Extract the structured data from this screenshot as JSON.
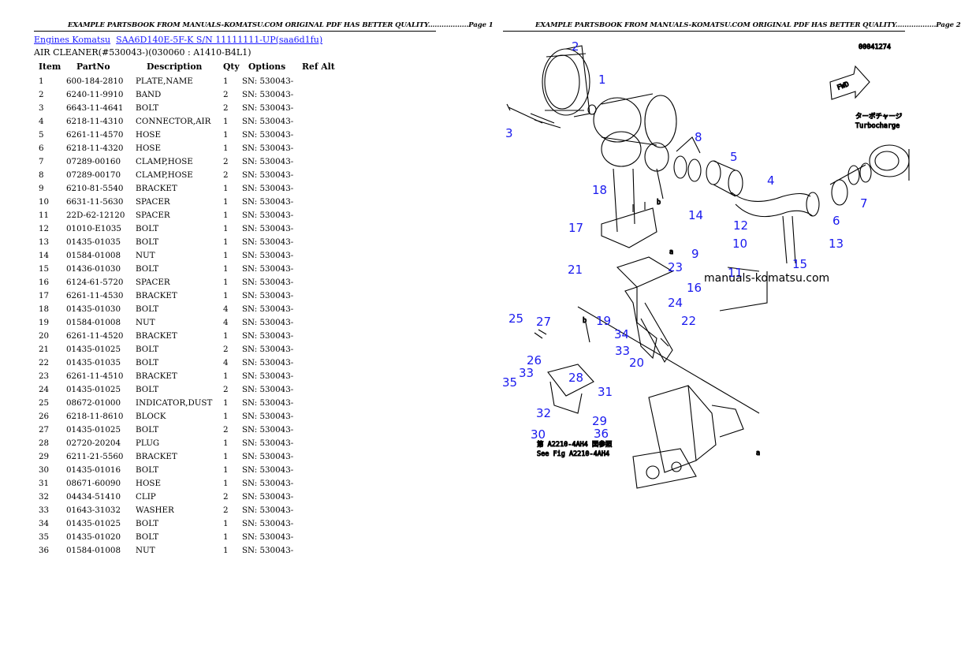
{
  "header": {
    "left": "EXAMPLE PARTSBOOK FROM MANUALS-KOMATSU.COM ORIGINAL PDF HAS BETTER QUALITY..................Page 1",
    "right": "EXAMPLE PARTSBOOK FROM MANUALS-KOMATSU.COM ORIGINAL PDF HAS BETTER QUALITY..................Page 2"
  },
  "breadcrumb": {
    "link1": "Engines Komatsu",
    "link2": "SAA6D140E-5F-K S/N 11111111-UP(saa6d1fu)"
  },
  "subtitle": "AIR CLEANER(#530043-)(030060 : A1410-B4L1)",
  "table": {
    "headers": [
      "Item",
      "PartNo",
      "Description",
      "Qty",
      "Options",
      "Ref Alt"
    ],
    "rows": [
      {
        "item": "1",
        "part": "600-184-2810",
        "desc": "PLATE,NAME",
        "qty": "1",
        "opt": "SN: 530043-"
      },
      {
        "item": "2",
        "part": "6240-11-9910",
        "desc": "BAND",
        "qty": "2",
        "opt": "SN: 530043-"
      },
      {
        "item": "3",
        "part": "6643-11-4641",
        "desc": "BOLT",
        "qty": "2",
        "opt": "SN: 530043-"
      },
      {
        "item": "4",
        "part": "6218-11-4310",
        "desc": "CONNECTOR,AIR",
        "qty": "1",
        "opt": "SN: 530043-"
      },
      {
        "item": "5",
        "part": "6261-11-4570",
        "desc": "HOSE",
        "qty": "1",
        "opt": "SN: 530043-"
      },
      {
        "item": "6",
        "part": "6218-11-4320",
        "desc": "HOSE",
        "qty": "1",
        "opt": "SN: 530043-"
      },
      {
        "item": "7",
        "part": "07289-00160",
        "desc": "CLAMP,HOSE",
        "qty": "2",
        "opt": "SN: 530043-"
      },
      {
        "item": "8",
        "part": "07289-00170",
        "desc": "CLAMP,HOSE",
        "qty": "2",
        "opt": "SN: 530043-"
      },
      {
        "item": "9",
        "part": "6210-81-5540",
        "desc": "BRACKET",
        "qty": "1",
        "opt": "SN: 530043-"
      },
      {
        "item": "10",
        "part": "6631-11-5630",
        "desc": "SPACER",
        "qty": "1",
        "opt": "SN: 530043-"
      },
      {
        "item": "11",
        "part": "22D-62-12120",
        "desc": "SPACER",
        "qty": "1",
        "opt": "SN: 530043-"
      },
      {
        "item": "12",
        "part": "01010-E1035",
        "desc": "BOLT",
        "qty": "1",
        "opt": "SN: 530043-"
      },
      {
        "item": "13",
        "part": "01435-01035",
        "desc": "BOLT",
        "qty": "1",
        "opt": "SN: 530043-"
      },
      {
        "item": "14",
        "part": "01584-01008",
        "desc": "NUT",
        "qty": "1",
        "opt": "SN: 530043-"
      },
      {
        "item": "15",
        "part": "01436-01030",
        "desc": "BOLT",
        "qty": "1",
        "opt": "SN: 530043-"
      },
      {
        "item": "16",
        "part": "6124-61-5720",
        "desc": "SPACER",
        "qty": "1",
        "opt": "SN: 530043-"
      },
      {
        "item": "17",
        "part": "6261-11-4530",
        "desc": "BRACKET",
        "qty": "1",
        "opt": "SN: 530043-"
      },
      {
        "item": "18",
        "part": "01435-01030",
        "desc": "BOLT",
        "qty": "4",
        "opt": "SN: 530043-"
      },
      {
        "item": "19",
        "part": "01584-01008",
        "desc": "NUT",
        "qty": "4",
        "opt": "SN: 530043-"
      },
      {
        "item": "20",
        "part": "6261-11-4520",
        "desc": "BRACKET",
        "qty": "1",
        "opt": "SN: 530043-"
      },
      {
        "item": "21",
        "part": "01435-01025",
        "desc": "BOLT",
        "qty": "2",
        "opt": "SN: 530043-"
      },
      {
        "item": "22",
        "part": "01435-01035",
        "desc": "BOLT",
        "qty": "4",
        "opt": "SN: 530043-"
      },
      {
        "item": "23",
        "part": "6261-11-4510",
        "desc": "BRACKET",
        "qty": "1",
        "opt": "SN: 530043-"
      },
      {
        "item": "24",
        "part": "01435-01025",
        "desc": "BOLT",
        "qty": "2",
        "opt": "SN: 530043-"
      },
      {
        "item": "25",
        "part": "08672-01000",
        "desc": "INDICATOR,DUST",
        "qty": "1",
        "opt": "SN: 530043-"
      },
      {
        "item": "26",
        "part": "6218-11-8610",
        "desc": "BLOCK",
        "qty": "1",
        "opt": "SN: 530043-"
      },
      {
        "item": "27",
        "part": "01435-01025",
        "desc": "BOLT",
        "qty": "2",
        "opt": "SN: 530043-"
      },
      {
        "item": "28",
        "part": "02720-20204",
        "desc": "PLUG",
        "qty": "1",
        "opt": "SN: 530043-"
      },
      {
        "item": "29",
        "part": "6211-21-5560",
        "desc": "BRACKET",
        "qty": "1",
        "opt": "SN: 530043-"
      },
      {
        "item": "30",
        "part": "01435-01016",
        "desc": "BOLT",
        "qty": "1",
        "opt": "SN: 530043-"
      },
      {
        "item": "31",
        "part": "08671-60090",
        "desc": "HOSE",
        "qty": "1",
        "opt": "SN: 530043-"
      },
      {
        "item": "32",
        "part": "04434-51410",
        "desc": "CLIP",
        "qty": "2",
        "opt": "SN: 530043-"
      },
      {
        "item": "33",
        "part": "01643-31032",
        "desc": "WASHER",
        "qty": "2",
        "opt": "SN: 530043-"
      },
      {
        "item": "34",
        "part": "01435-01025",
        "desc": "BOLT",
        "qty": "1",
        "opt": "SN: 530043-"
      },
      {
        "item": "35",
        "part": "01435-01020",
        "desc": "BOLT",
        "qty": "1",
        "opt": "SN: 530043-"
      },
      {
        "item": "36",
        "part": "01584-01008",
        "desc": "NUT",
        "qty": "1",
        "opt": "SN: 530043-"
      }
    ]
  },
  "diagram": {
    "figure_no": "00041274",
    "fwd": "FWD",
    "turbo_jp": "ターボチャージ",
    "turbo_en": "Turbocharge",
    "see_fig_jp": "第 A2210-4AH4 図参照",
    "see_fig_en": "See Fig A2210-4AH4",
    "letter_b": "b",
    "letter_a": "a",
    "watermark": "manuals-komatsu.com",
    "callouts": [
      "1",
      "2",
      "3",
      "4",
      "5",
      "6",
      "7",
      "8",
      "9",
      "10",
      "11",
      "12",
      "13",
      "14",
      "15",
      "16",
      "17",
      "18",
      "19",
      "20",
      "21",
      "22",
      "23",
      "24",
      "25",
      "26",
      "27",
      "28",
      "29",
      "30",
      "31",
      "32",
      "33",
      "33",
      "34",
      "35",
      "36"
    ]
  }
}
